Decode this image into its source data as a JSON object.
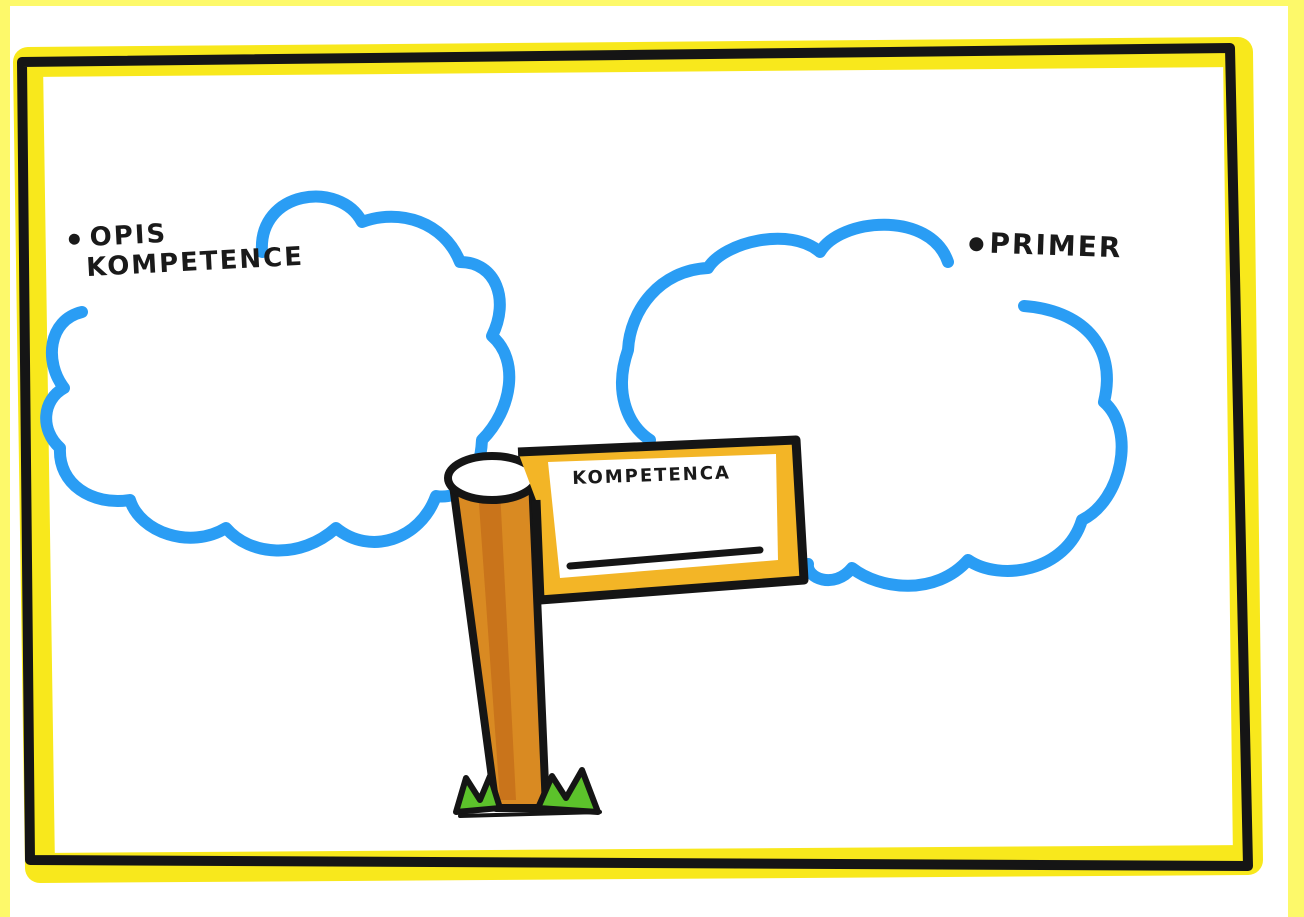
{
  "labels": {
    "left_cloud_line1": "OPIS",
    "left_cloud_line2": "KOMPETENCE",
    "right_cloud": "PRIMER",
    "sign": "KOMPETENCA"
  },
  "colors": {
    "background_yellow": "#fdf96a",
    "frame_yellow": "#f8e81c",
    "frame_black": "#151515",
    "cloud_blue": "#2a9df4",
    "sign_orange": "#f3b526",
    "pole_orange": "#d98a22",
    "grass_green": "#5cc22b"
  },
  "icons": {
    "left_cloud": "cloud-icon",
    "right_cloud": "cloud-icon",
    "signpost": "signpost-icon",
    "grass": "grass-icon"
  }
}
